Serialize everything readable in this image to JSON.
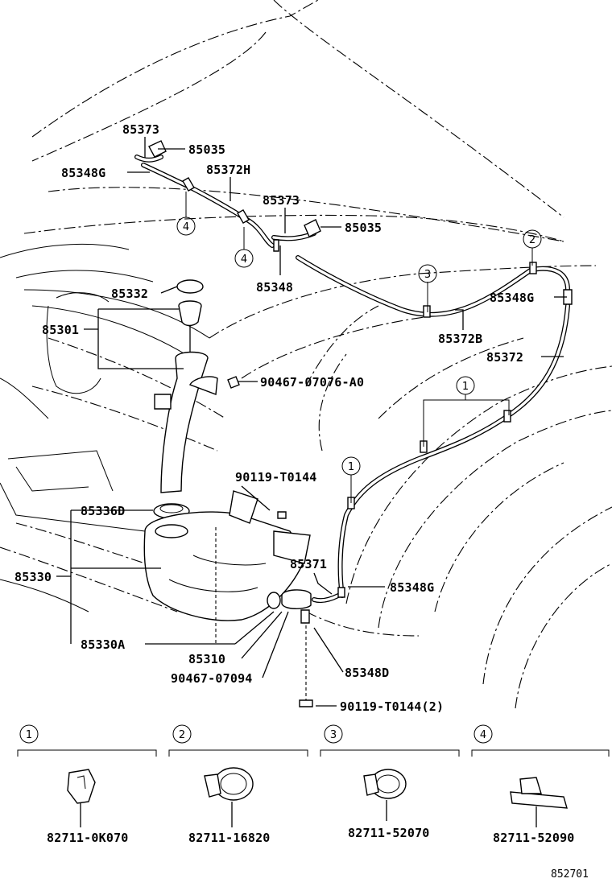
{
  "figure_code": "852701",
  "callouts": {
    "c85373a": "85373",
    "c85035a": "85035",
    "c85348Ga": "85348G",
    "c85372H": "85372H",
    "c85373b": "85373",
    "c85035b": "85035",
    "c85348": "85348",
    "c85332": "85332",
    "c85301": "85301",
    "c85348Gb": "85348G",
    "c85372B": "85372B",
    "c85372": "85372",
    "c90467a": "90467-07076-A0",
    "c90119a": "90119-T0144",
    "c85336D": "85336D",
    "c85330": "85330",
    "c85371": "85371",
    "c85348Gc": "85348G",
    "c85330A": "85330A",
    "c85310": "85310",
    "c85348D": "85348D",
    "c90467b": "90467-07094",
    "c90119b": "90119-T0144(2)"
  },
  "circle_refs": {
    "r4a": "4",
    "r4b": "4",
    "r3": "3",
    "r2": "2",
    "r1a": "1",
    "r1b": "1"
  },
  "legend": [
    {
      "num": "1",
      "part": "82711-0K070"
    },
    {
      "num": "2",
      "part": "82711-16820"
    },
    {
      "num": "3",
      "part": "82711-52070"
    },
    {
      "num": "4",
      "part": "82711-52090"
    }
  ]
}
